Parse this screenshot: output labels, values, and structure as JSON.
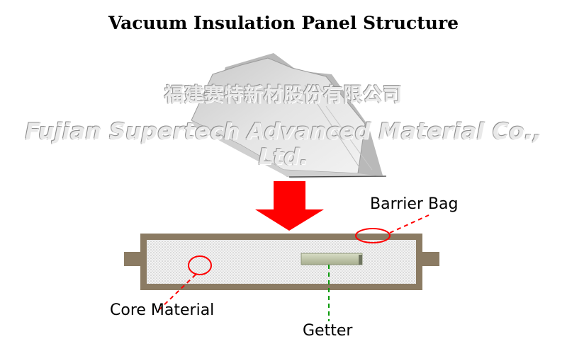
{
  "title": "Vacuum Insulation Panel Structure",
  "watermark": {
    "chinese": "福建赛特新材股份有限公司",
    "english": "Fujian Supertech Advanced Material Co., Ltd."
  },
  "labels": {
    "barrier_bag": "Barrier Bag",
    "core_material": "Core Material",
    "getter": "Getter"
  },
  "colors": {
    "arrow": "#ff0000",
    "panel_frame": "#8b7b63",
    "core_fill": "#efefef",
    "getter_fill": "#c5cdb0",
    "callout_red": "#ff0000",
    "callout_green": "#0a9a0a"
  }
}
